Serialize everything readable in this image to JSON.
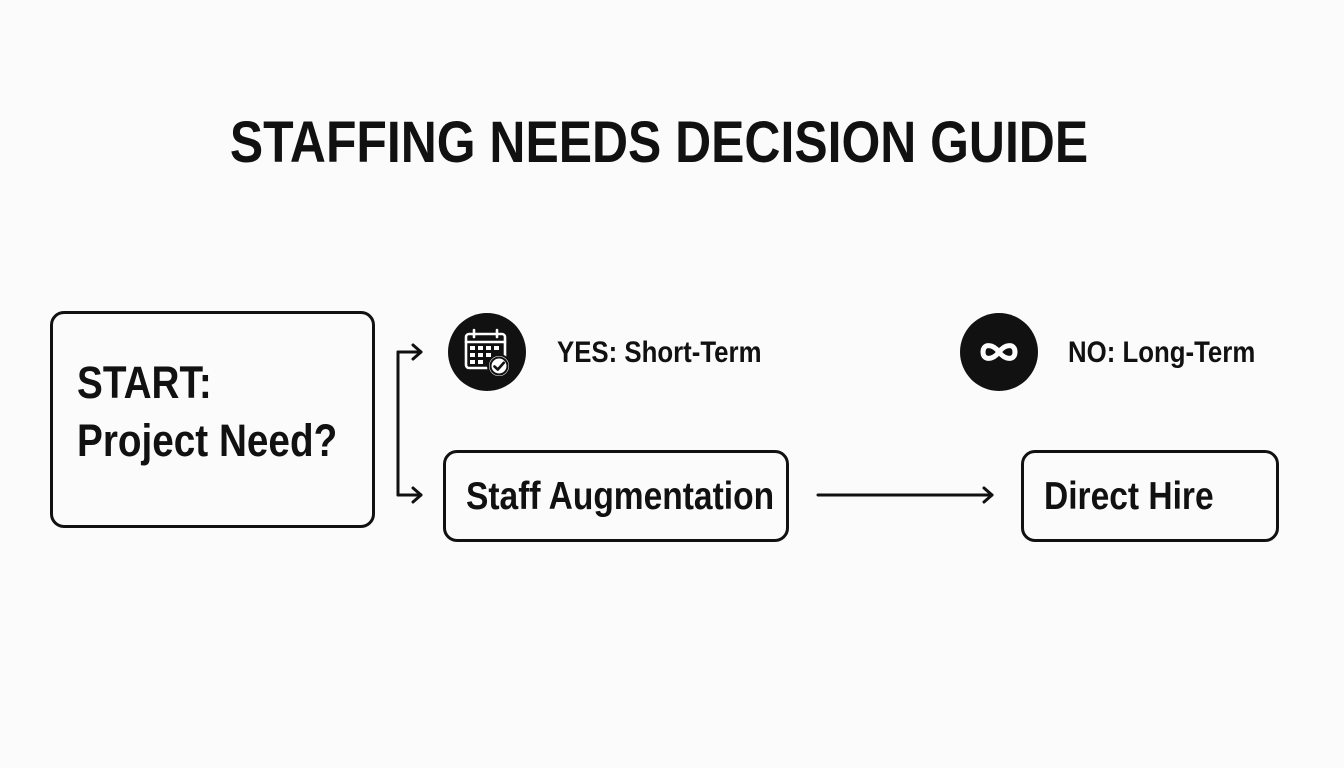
{
  "title": "STAFFING NEEDS DECISION GUIDE",
  "start": {
    "line1": "START:",
    "line2": "Project Need?"
  },
  "options": {
    "yes": {
      "label": "YES: Short-Term",
      "icon": "calendar-check-icon"
    },
    "no": {
      "label": "NO: Long-Term",
      "icon": "infinity-icon"
    }
  },
  "outcomes": {
    "staff_augmentation": "Staff Augmentation",
    "direct_hire": "Direct Hire"
  },
  "colors": {
    "ink": "#111111",
    "background": "#fbfbfb"
  }
}
